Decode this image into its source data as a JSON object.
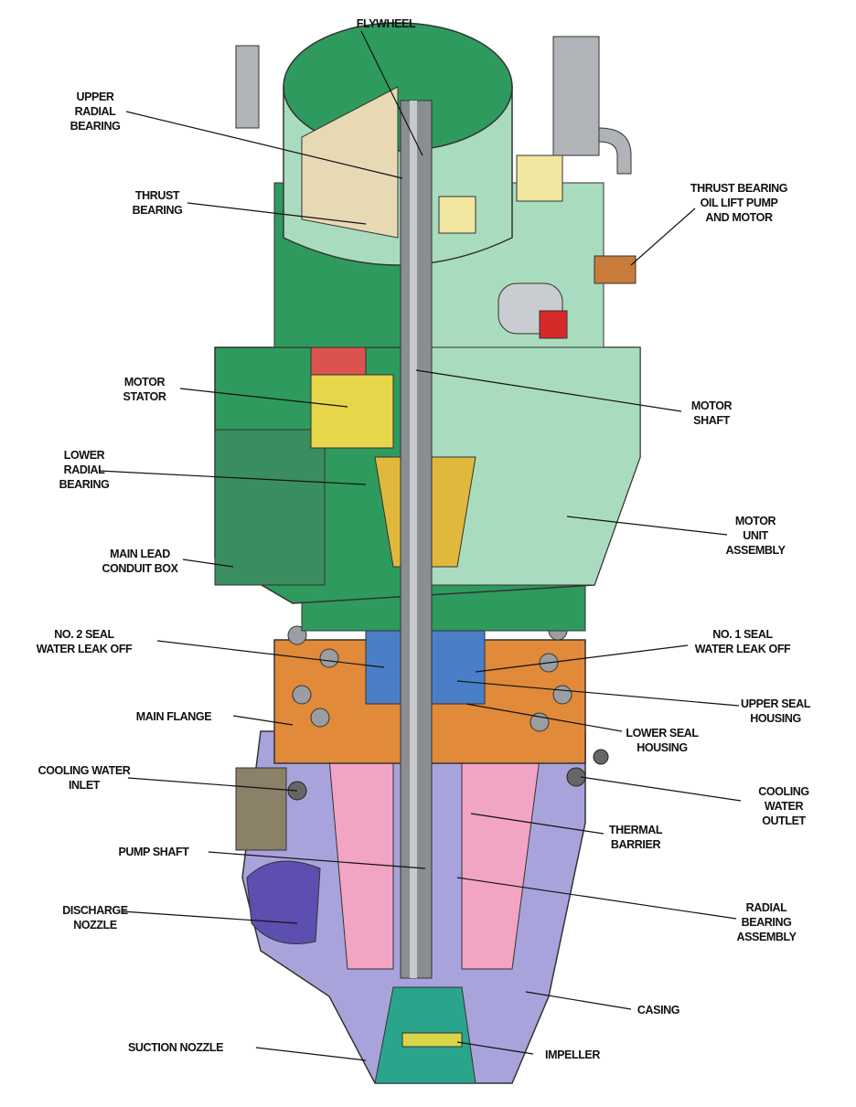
{
  "title": "Reactor Coolant Pump cutaway",
  "labels": {
    "flywheel": [
      "FLYWHEEL"
    ],
    "upper_radial_bearing": [
      "UPPER",
      "RADIAL",
      "BEARING"
    ],
    "thrust_bearing": [
      "THRUST",
      "BEARING"
    ],
    "oil_lift": [
      "THRUST BEARING",
      "OIL LIFT PUMP",
      "AND MOTOR"
    ],
    "motor_stator": [
      "MOTOR",
      "STATOR"
    ],
    "motor_shaft": [
      "MOTOR",
      "SHAFT"
    ],
    "lower_radial_bearing": [
      "LOWER",
      "RADIAL",
      "BEARING"
    ],
    "motor_unit": [
      "MOTOR",
      "UNIT",
      "ASSEMBLY"
    ],
    "conduit_box": [
      "MAIN LEAD",
      "CONDUIT BOX"
    ],
    "no2_seal": [
      "NO. 2 SEAL",
      "WATER LEAK OFF"
    ],
    "no1_seal": [
      "NO. 1 SEAL",
      "WATER LEAK OFF"
    ],
    "upper_seal": [
      "UPPER SEAL",
      "HOUSING"
    ],
    "main_flange": [
      "MAIN FLANGE"
    ],
    "lower_seal": [
      "LOWER SEAL",
      "HOUSING"
    ],
    "cw_inlet": [
      "COOLING WATER",
      "INLET"
    ],
    "cw_outlet": [
      "COOLING",
      "WATER",
      "OUTLET"
    ],
    "thermal_barrier": [
      "THERMAL",
      "BARRIER"
    ],
    "pump_shaft": [
      "PUMP SHAFT"
    ],
    "discharge": [
      "DISCHARGE",
      "NOZZLE"
    ],
    "radial_bearing_assy": [
      "RADIAL",
      "BEARING",
      "ASSEMBLY"
    ],
    "casing": [
      "CASING"
    ],
    "suction": [
      "SUCTION NOZZLE"
    ],
    "impeller": [
      "IMPELLER"
    ]
  },
  "colors": {
    "motor_green": "#2f9a5e",
    "light_green": "#a9dcbf",
    "flange_orange": "#e08a3a",
    "casing_lavender": "#a9a3dc",
    "shaft_gray": "#8a8d92",
    "internal_pink": "#f2a4c4"
  }
}
